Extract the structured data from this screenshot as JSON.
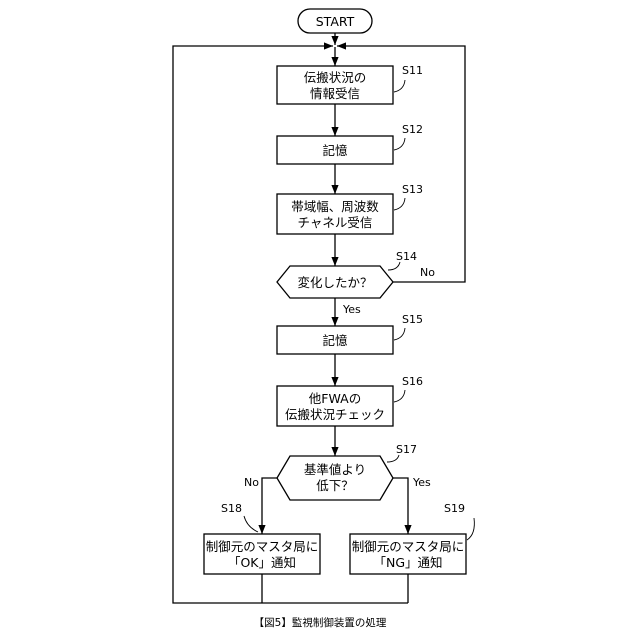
{
  "flowchart": {
    "start": "START",
    "s11": {
      "label": "S11",
      "line1": "伝搬状況の",
      "line2": "情報受信"
    },
    "s12": {
      "label": "S12",
      "line1": "記憶"
    },
    "s13": {
      "label": "S13",
      "line1": "帯域幅、周波数",
      "line2": "チャネル受信"
    },
    "s14": {
      "label": "S14",
      "line1": "変化したか？",
      "no": "No",
      "yes": "Yes"
    },
    "s15": {
      "label": "S15",
      "line1": "記憶"
    },
    "s16": {
      "label": "S16",
      "line1": "他FWAの",
      "line2": "伝搬状況チェック"
    },
    "s17": {
      "label": "S17",
      "line1": "基準値より",
      "line2": "低下？",
      "no": "No",
      "yes": "Yes"
    },
    "s18": {
      "label": "S18",
      "line1": "制御元のマスタ局に",
      "line2": "「OK」通知"
    },
    "s19": {
      "label": "S19",
      "line1": "制御元のマスタ局に",
      "line2": "「NG」通知"
    }
  },
  "caption": "【図5】監視制御装置の処理"
}
